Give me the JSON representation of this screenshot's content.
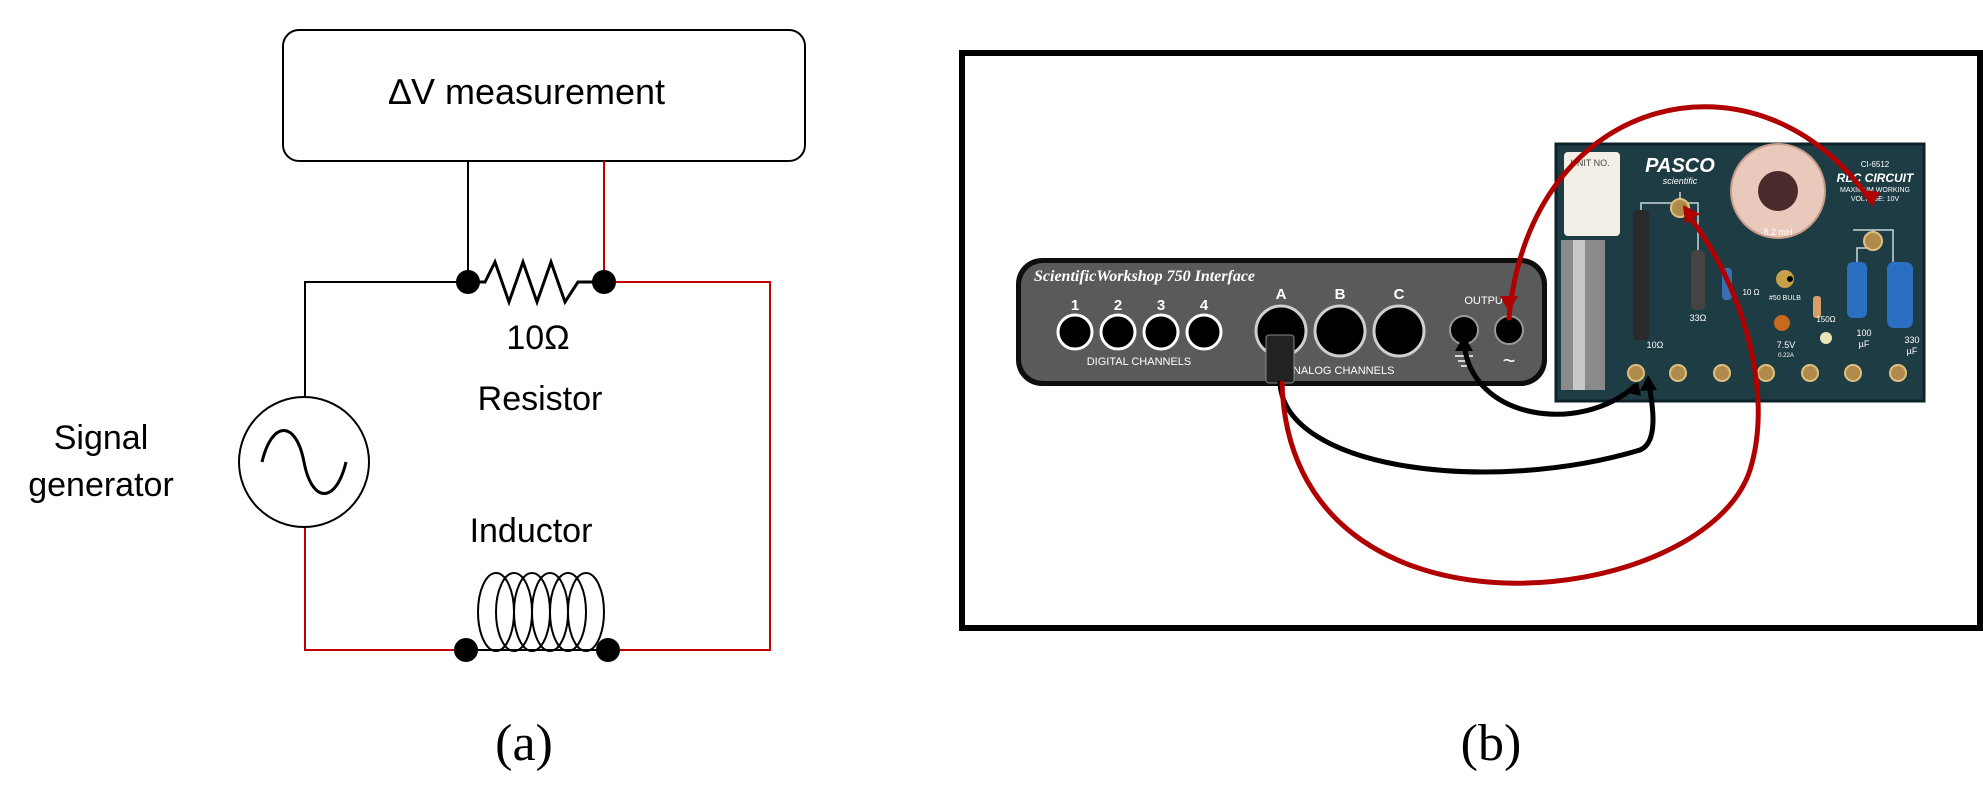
{
  "panel_a": {
    "measurement_label": "∆V measurement",
    "resistor_value": "10Ω",
    "resistor_label": "Resistor",
    "generator_label_line1": "Signal",
    "generator_label_line2": "generator",
    "inductor_label": "Inductor",
    "caption": "(a)"
  },
  "panel_b": {
    "interface_title": "ScientificWorkshop 750 Interface",
    "digital_ports": [
      "1",
      "2",
      "3",
      "4"
    ],
    "digital_channels_label": "DIGITAL CHANNELS",
    "analog_ports": [
      "A",
      "B",
      "C"
    ],
    "analog_channels_label": "ANALOG CHANNELS",
    "output_label": "OUTPUT",
    "output_symbol": "~",
    "board_brand": "PASCO",
    "board_brand_sub": "scientific",
    "board_model": "CI-6512",
    "board_title": "RLC CIRCUIT",
    "board_subtitle1": "MAXIMUM WORKING",
    "board_subtitle2": "VOLTAGE: 10V",
    "unit_no": "UNIT NO.",
    "inductance": "8.2 mH",
    "r10": "10Ω",
    "r33": "33Ω",
    "r10b": "10 Ω",
    "bulb": "#50 BULB",
    "bulb_spec1": "7.5V",
    "bulb_spec2": "0.22A",
    "r150": "150Ω",
    "cap100a": "100",
    "cap100b": "µF",
    "cap330a": "330",
    "cap330b": "µF",
    "caption": "(b)"
  },
  "colors": {
    "wire_black": "#000000",
    "wire_red": "#c00000",
    "lead_red": "#b00000",
    "interface_body": "#5a5a5a",
    "board_green": "#1e3c44"
  }
}
